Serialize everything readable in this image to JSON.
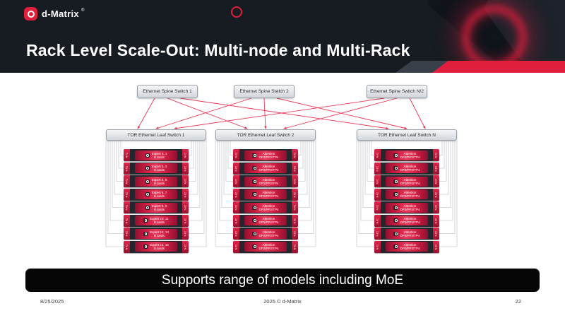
{
  "colors": {
    "accent_red": "#e01f3d",
    "header_bg": "#171b22",
    "mesh_line": "#e83a57",
    "rack_line": "#c8ccd2"
  },
  "header": {
    "logo_text": "d-Matrix",
    "logo_reg": "®",
    "title": "Rack Level Scale-Out: Multi-node and Multi-Rack"
  },
  "diagram": {
    "spine_switches": [
      "Ethernet Spine Switch 1",
      "Ethernet Spine Switch 2",
      "Ethernet Spine Switch N/2"
    ],
    "nic_label": "NIC",
    "racks": [
      {
        "leaf_label": "TOR Ethernet Leaf Switch 1",
        "modules": [
          {
            "line1": "Expert 0, 1",
            "line2": "8 cards"
          },
          {
            "line1": "Expert 2, 3",
            "line2": "8 cards"
          },
          {
            "line1": "Expert 4, 5",
            "line2": "8 cards"
          },
          {
            "line1": "Expert 6, 7",
            "line2": "8 cards"
          },
          {
            "line1": "Expert 8, 9",
            "line2": "8 cards"
          },
          {
            "line1": "Expert 10, 11",
            "line2": "8 cards"
          },
          {
            "line1": "Expert 12, 13",
            "line2": "8 cards"
          },
          {
            "line1": "Expert 14, 15",
            "line2": "8 cards"
          }
        ]
      },
      {
        "leaf_label": "TOR Ethernet Leaf Switch 2",
        "modules": [
          {
            "line1": "Attention",
            "line2": "DP2/PP2/TP4"
          },
          {
            "line1": "Attention",
            "line2": "DP2/PP2/TP4"
          },
          {
            "line1": "Attention",
            "line2": "DP2/PP2/TP4"
          },
          {
            "line1": "Attention",
            "line2": "DP2/PP2/TP4"
          },
          {
            "line1": "Attention",
            "line2": "DP2/PP2/TP4"
          },
          {
            "line1": "Attention",
            "line2": "DP2/PP2/TP4"
          },
          {
            "line1": "Attention",
            "line2": "DP2/PP2/TP4"
          },
          {
            "line1": "Attention",
            "line2": "DP2/PP2/TP4"
          }
        ]
      },
      {
        "leaf_label": "TOR Ethernet Leaf Switch N",
        "modules": [
          {
            "line1": "Attention",
            "line2": "DP2/PP2/TP4"
          },
          {
            "line1": "Attention",
            "line2": "DP2/PP2/TP4"
          },
          {
            "line1": "Attention",
            "line2": "DP2/PP2/TP4"
          },
          {
            "line1": "Attention",
            "line2": "DP2/PP2/TP4"
          },
          {
            "line1": "Attention",
            "line2": "DP2/PP2/TP4"
          },
          {
            "line1": "Attention",
            "line2": "DP2/PP2/TP4"
          },
          {
            "line1": "Attention",
            "line2": "DP2/PP2/TP4"
          },
          {
            "line1": "Attention",
            "line2": "DP2/PP2/TP4"
          }
        ]
      }
    ]
  },
  "banner": {
    "text": "Supports range of models including MoE"
  },
  "footer": {
    "date": "8/25/2025",
    "copyright": "2025 © d-Matrix",
    "page": "22"
  }
}
